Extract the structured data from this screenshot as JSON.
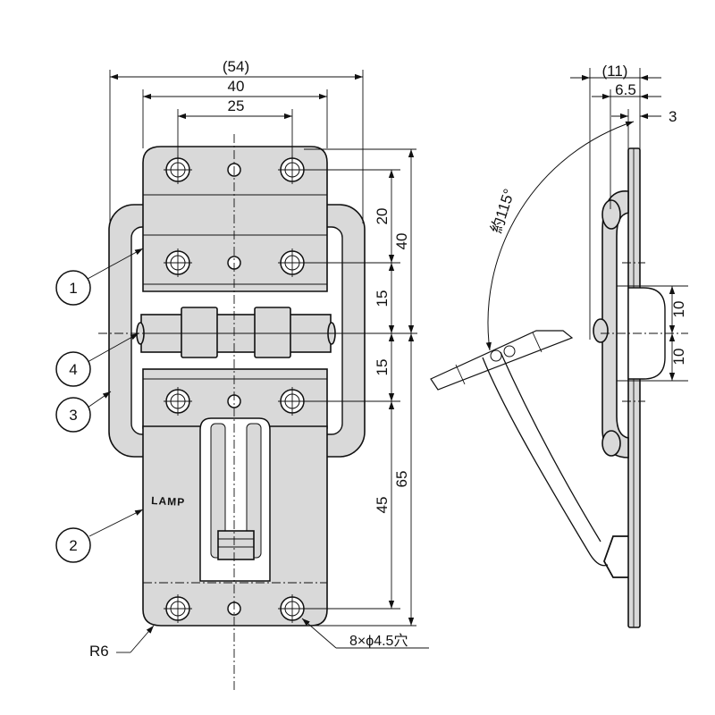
{
  "dimensions": {
    "width_overall": "(54)",
    "width_40": "40",
    "width_25": "25",
    "h_20": "20",
    "h_15_upper": "15",
    "h_15_lower": "15",
    "h_45": "45",
    "h_40": "40",
    "h_65": "65",
    "side_overall": "(11)",
    "side_6_5": "6.5",
    "side_3": "3",
    "side_10_upper": "10",
    "side_10_lower": "10",
    "angle": "約115°",
    "radius": "R6",
    "holes": "8×ϕ4.5穴"
  },
  "callouts": [
    "1",
    "4",
    "3",
    "2"
  ],
  "brand": "LAMP"
}
